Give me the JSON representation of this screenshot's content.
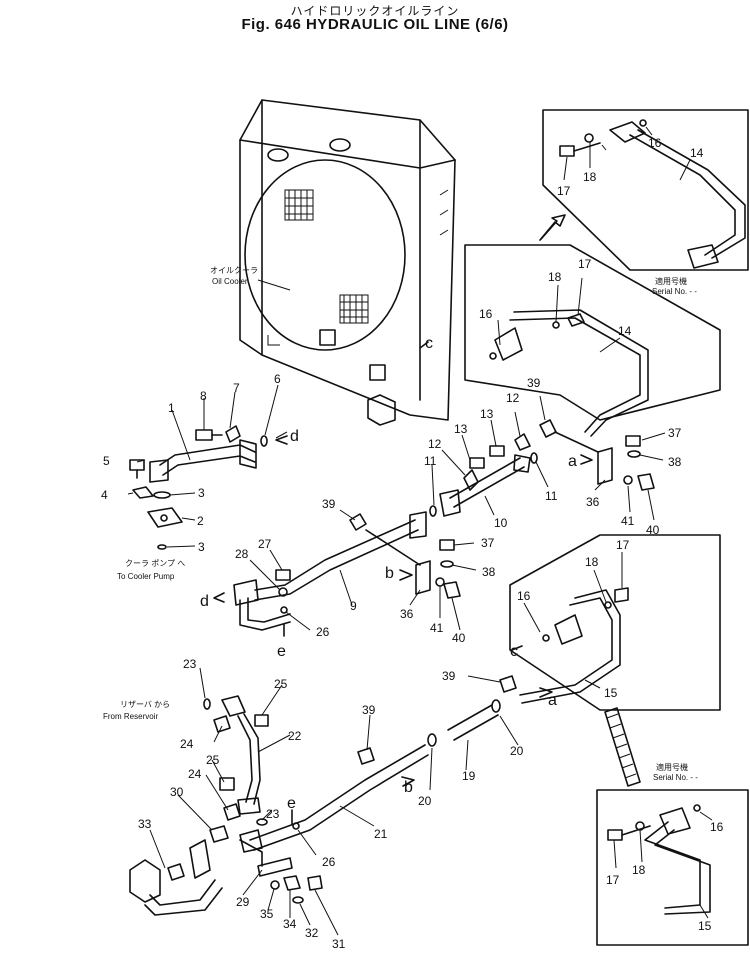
{
  "title": {
    "japanese": "ハイドロリックオイルライン",
    "english": "Fig. 646 HYDRAULIC OIL LINE (6/6)"
  },
  "annotations": {
    "oil_cooler_jp": "オイルクーラ",
    "oil_cooler_en": "Oil Cooler",
    "cooler_pump_jp": "クーラ ポンプ へ",
    "cooler_pump_en": "To Cooler Pump",
    "reservoir_jp": "リザーバ から",
    "reservoir_en": "From Reservoir",
    "serial_jp_1": "適用号機",
    "serial_en_1": "Serial No. - -",
    "serial_jp_2": "適用号機",
    "serial_en_2": "Serial No. - -"
  },
  "callouts": {
    "c1": "1",
    "c2": "2",
    "c3a": "3",
    "c3b": "3",
    "c4": "4",
    "c5": "5",
    "c6": "6",
    "c7": "7",
    "c8": "8",
    "c9": "9",
    "c10": "10",
    "c11a": "11",
    "c11b": "11",
    "c12a": "12",
    "c12b": "12",
    "c13a": "13",
    "c13b": "13",
    "c14a": "14",
    "c14b": "14",
    "c15a": "15",
    "c15b": "15",
    "c16a": "16",
    "c16b": "16",
    "c16c": "16",
    "c16d": "16",
    "c17a": "17",
    "c17b": "17",
    "c17c": "17",
    "c17d": "17",
    "c18a": "18",
    "c18b": "18",
    "c18c": "18",
    "c18d": "18",
    "c19": "19",
    "c20a": "20",
    "c20b": "20",
    "c21": "21",
    "c22": "22",
    "c23a": "23",
    "c23b": "23",
    "c24a": "24",
    "c24b": "24",
    "c25a": "25",
    "c25b": "25",
    "c26a": "26",
    "c26b": "26",
    "c27": "27",
    "c28": "28",
    "c29": "29",
    "c30": "30",
    "c31": "31",
    "c32": "32",
    "c33": "33",
    "c34": "34",
    "c35": "35",
    "c36a": "36",
    "c36b": "36",
    "c37a": "37",
    "c37b": "37",
    "c38a": "38",
    "c38b": "38",
    "c39a": "39",
    "c39b": "39",
    "c39c": "39",
    "c39d": "39",
    "c40a": "40",
    "c40b": "40",
    "c41a": "41",
    "c41b": "41"
  },
  "letters": {
    "a1": "a",
    "a2": "a",
    "b1": "b",
    "b2": "b",
    "c1": "c",
    "c2": "c",
    "d1": "d",
    "d2": "d",
    "e1": "e",
    "e2": "e"
  }
}
